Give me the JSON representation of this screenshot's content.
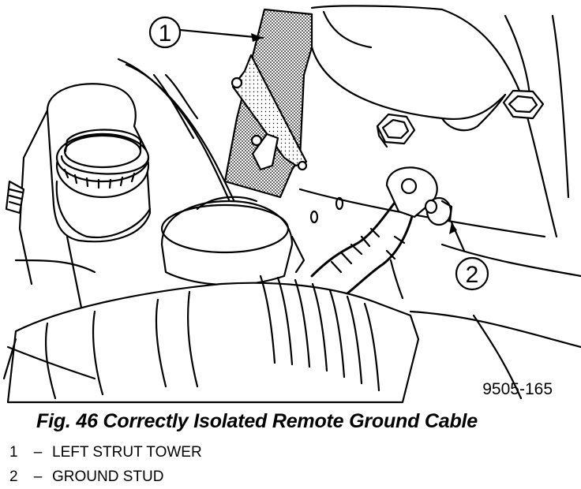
{
  "figure": {
    "id": "9505-165",
    "caption": "Fig. 46 Correctly Isolated Remote Ground Cable",
    "callouts": [
      {
        "number": "1",
        "text": "LEFT STRUT TOWER"
      },
      {
        "number": "2",
        "text": "GROUND STUD"
      }
    ],
    "separator": "–"
  }
}
